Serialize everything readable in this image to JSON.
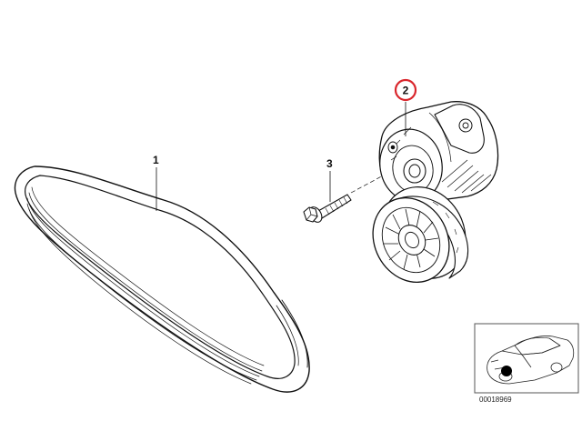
{
  "callouts": {
    "belt": "1",
    "tensioner": "2",
    "bolt": "3"
  },
  "highlight": {
    "part": "2",
    "ring_color": "#d9262c"
  },
  "thumbnail": {
    "ref_code": "00018969"
  }
}
